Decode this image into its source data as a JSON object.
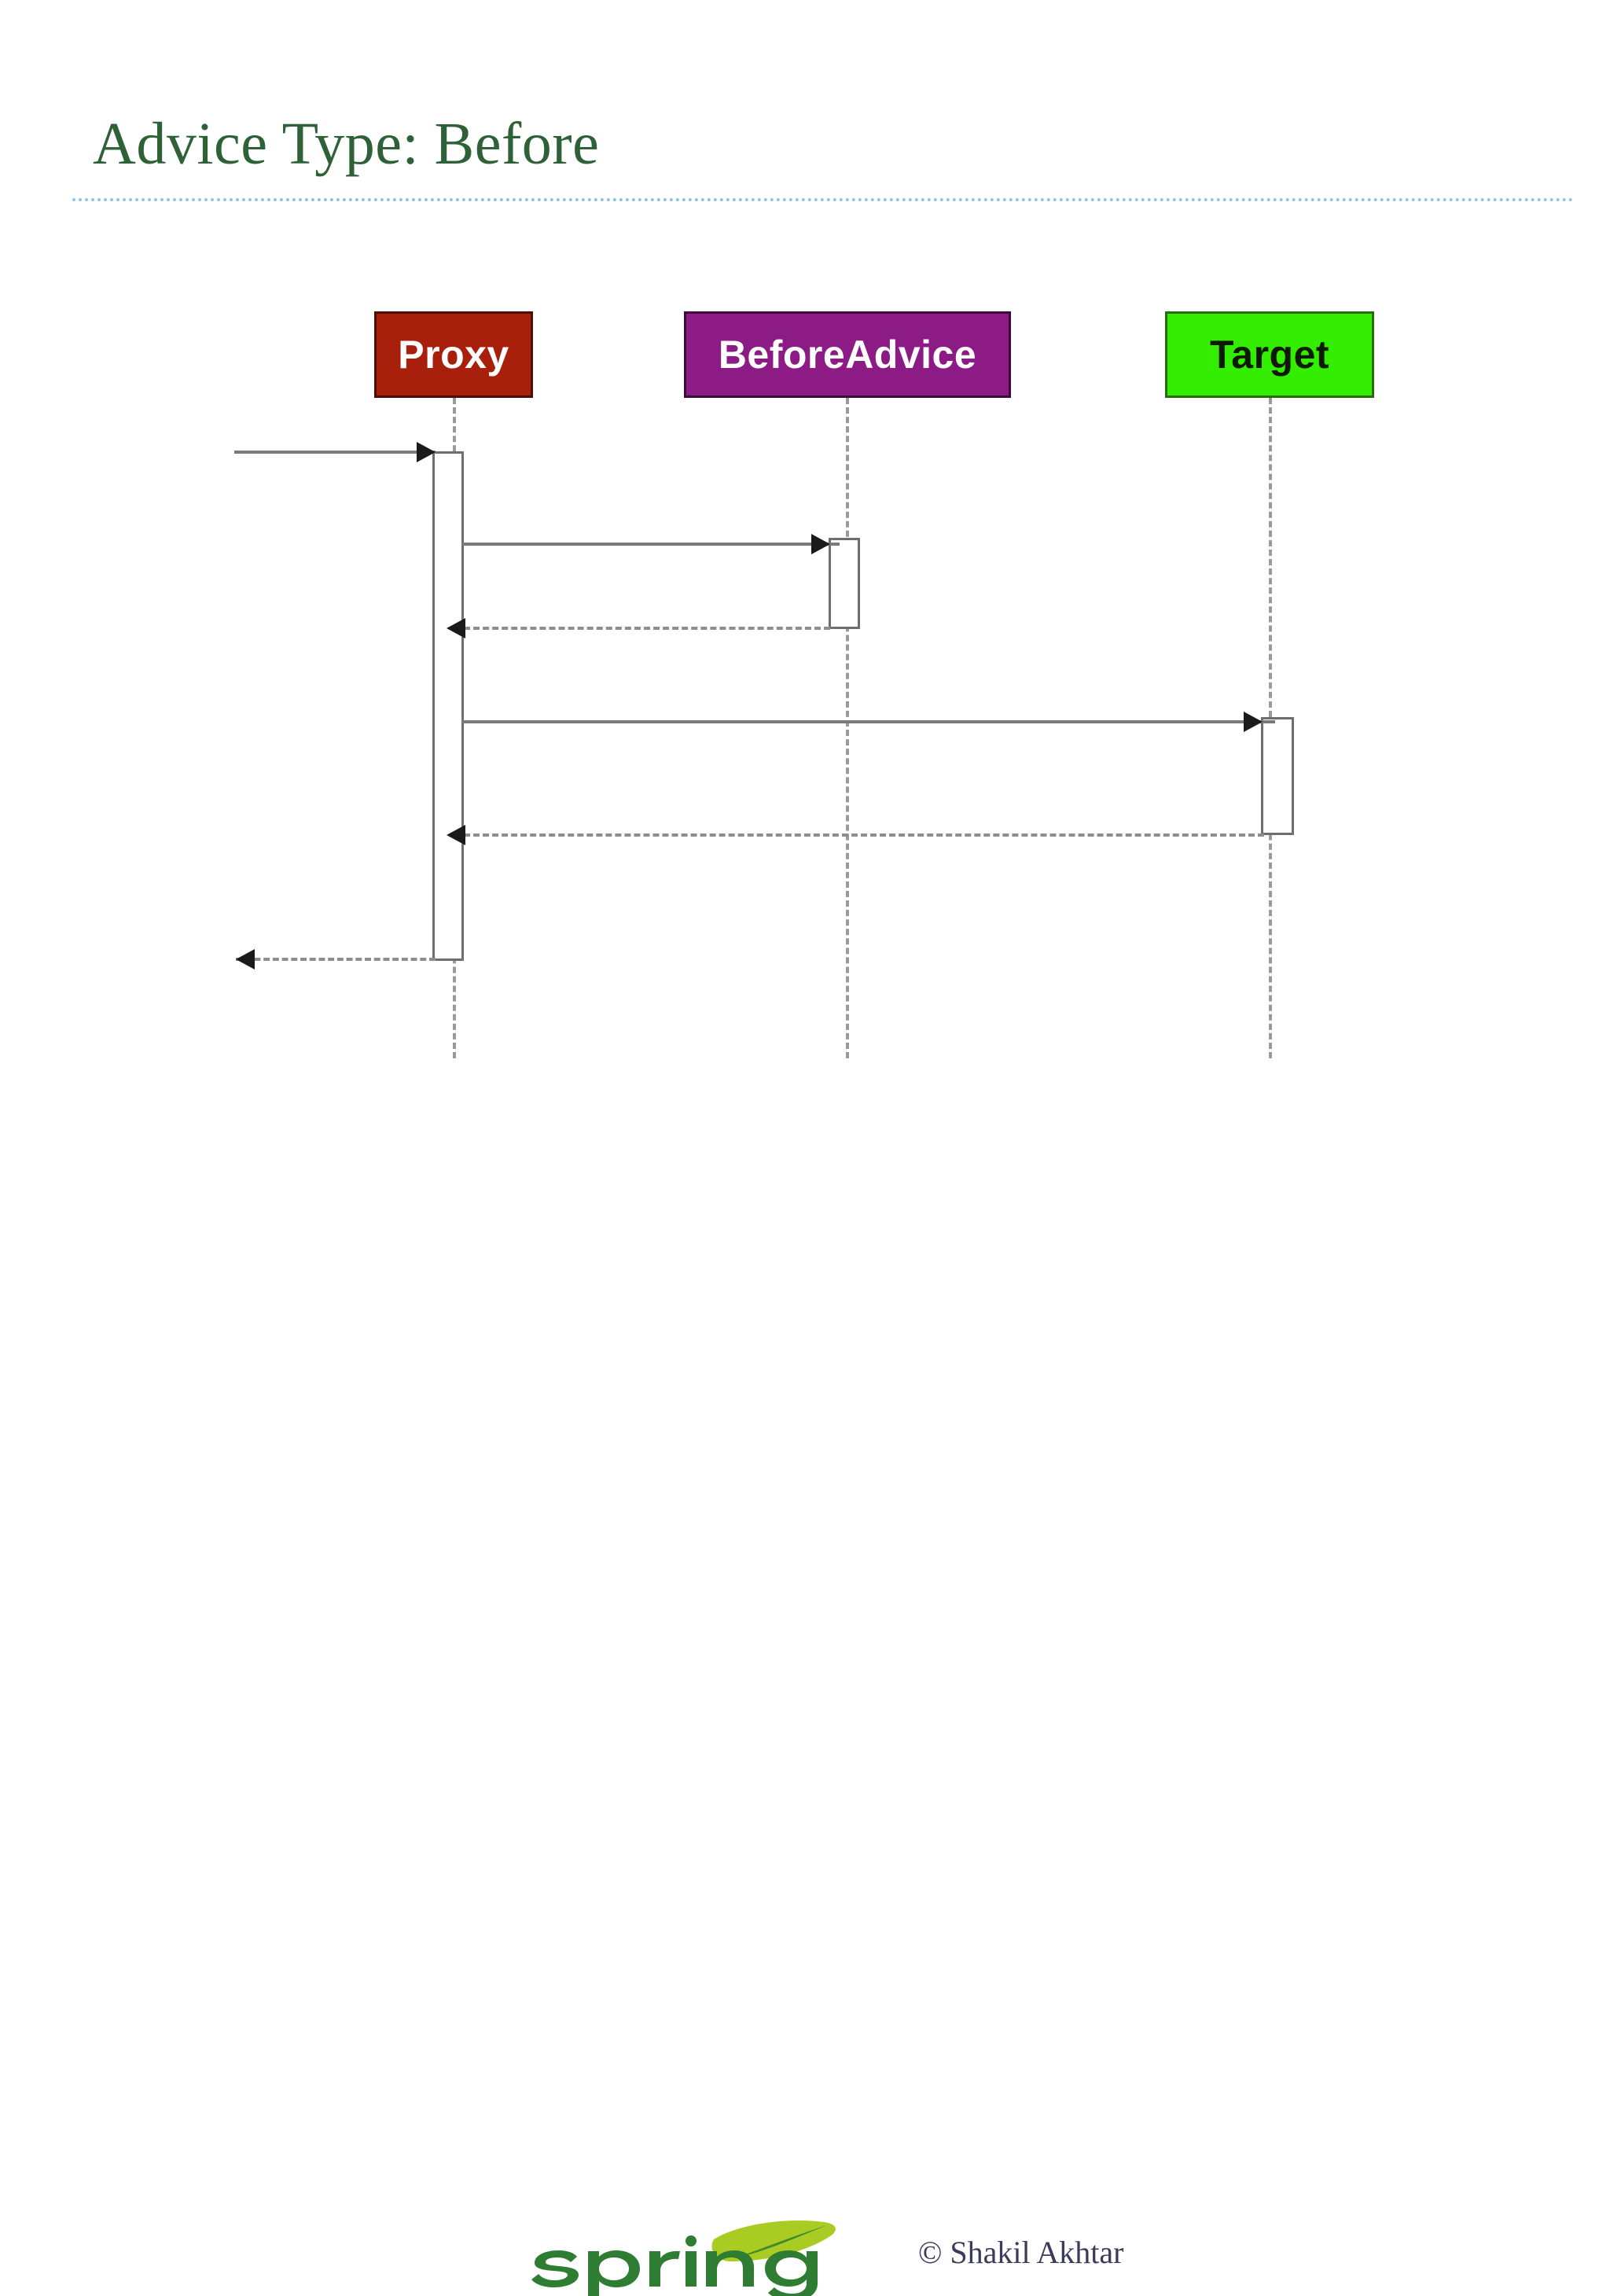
{
  "slide": {
    "title": "Advice Type: Before",
    "title_color": "#2E6137",
    "rule_color": "#93C5DD",
    "background": "#FFFFFF"
  },
  "diagram": {
    "type": "uml-sequence-diagram",
    "participants": [
      {
        "id": "proxy",
        "label": "Proxy",
        "fill": "#A8200C",
        "text_color": "#FFFFFF",
        "border": "#4A1008"
      },
      {
        "id": "beforeadvice",
        "label": "BeforeAdvice",
        "fill": "#8C1B86",
        "text_color": "#FFFFFF",
        "border": "#3D0A3A"
      },
      {
        "id": "target",
        "label": "Target",
        "fill": "#33EE00",
        "text_color": "#0D1A00",
        "border": "#2A6B10"
      }
    ],
    "messages": [
      {
        "seq": 1,
        "from": "external",
        "to": "proxy",
        "style": "solid",
        "direction": "right",
        "label": ""
      },
      {
        "seq": 2,
        "from": "proxy",
        "to": "beforeadvice",
        "style": "solid",
        "direction": "right",
        "label": ""
      },
      {
        "seq": 3,
        "from": "beforeadvice",
        "to": "proxy",
        "style": "dashed",
        "direction": "left",
        "label": ""
      },
      {
        "seq": 4,
        "from": "proxy",
        "to": "target",
        "style": "solid",
        "direction": "right",
        "label": ""
      },
      {
        "seq": 5,
        "from": "target",
        "to": "proxy",
        "style": "dashed",
        "direction": "left",
        "label": ""
      },
      {
        "seq": 6,
        "from": "proxy",
        "to": "external",
        "style": "dashed",
        "direction": "left",
        "label": ""
      }
    ],
    "lifeline_color": "#9A9A9A",
    "activation_border": "#6E6E6E",
    "message_color": "#7A7A7A",
    "arrowhead_color": "#1A1A1A"
  },
  "footer": {
    "logo_name": "spring-logo",
    "logo_wordmark": "spring",
    "logo_text_color": "#2E7D32",
    "logo_leaf_color": "#AACC22",
    "copyright": "© Shakil Akhtar",
    "copyright_color": "#3B3B5C"
  }
}
